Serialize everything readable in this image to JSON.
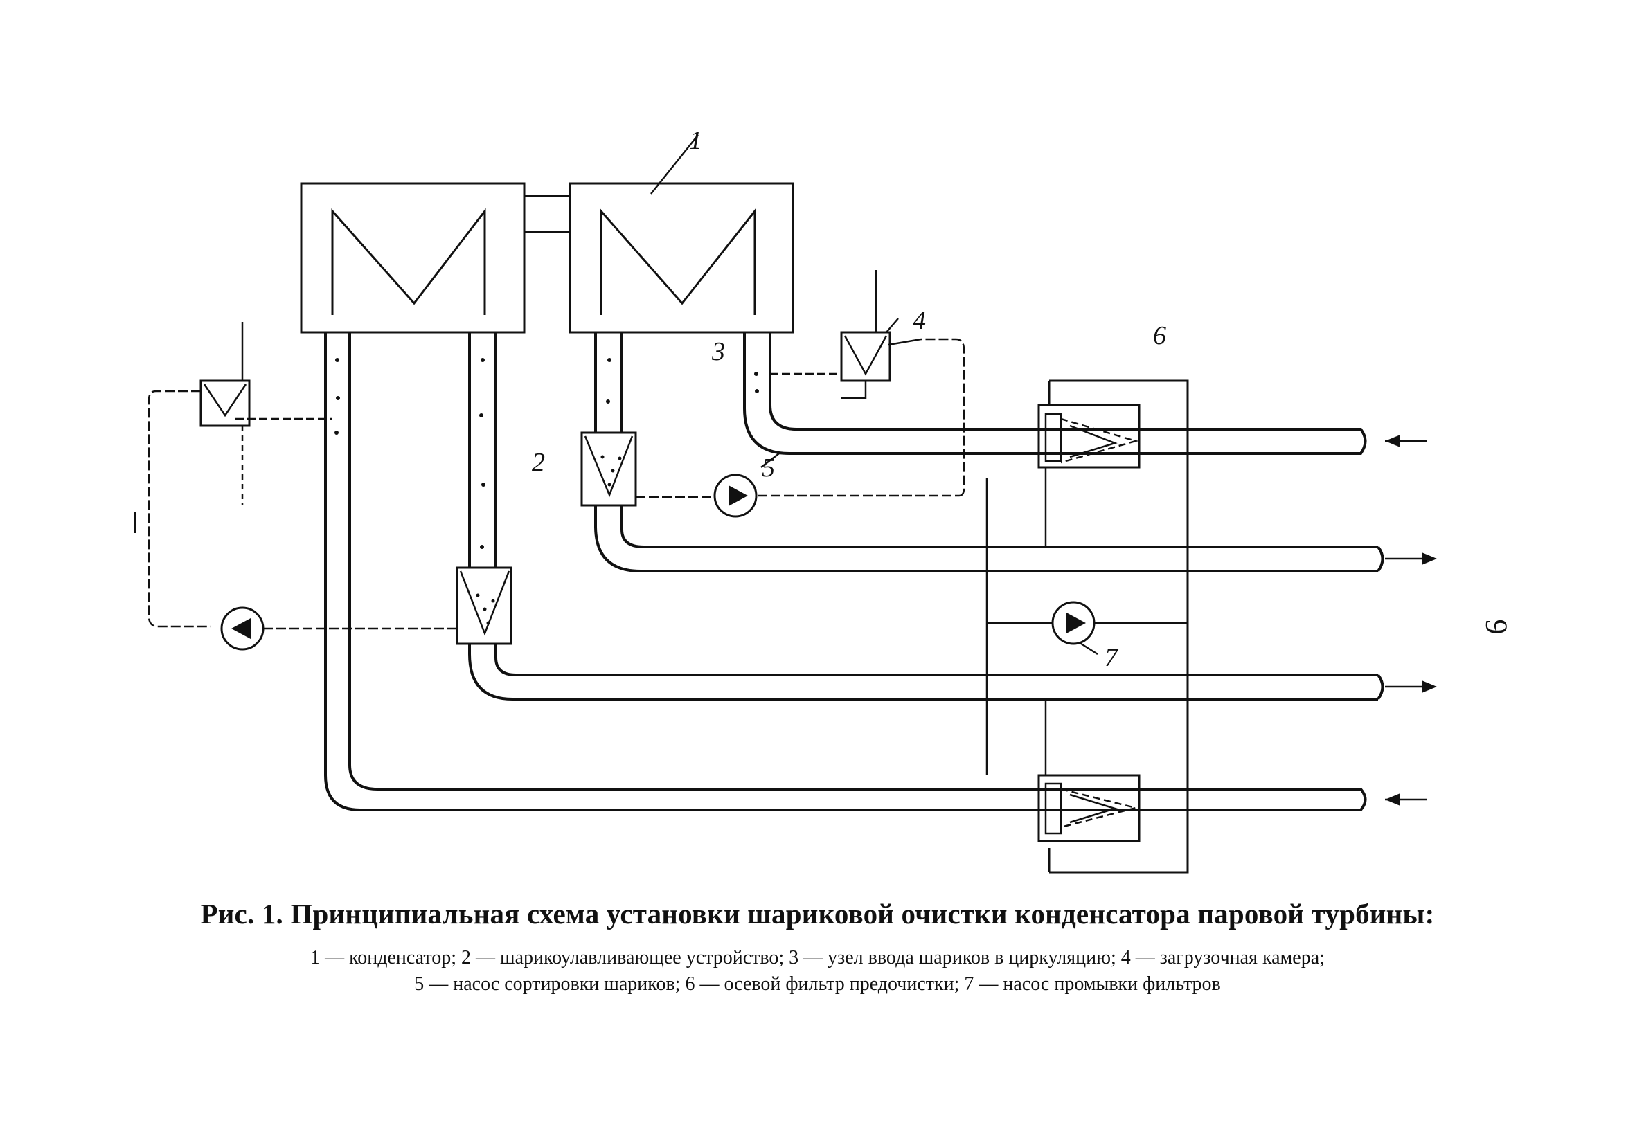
{
  "labels": {
    "n1": "1",
    "n2": "2",
    "n3": "3",
    "n4": "4",
    "n5": "5",
    "n6": "6",
    "n7": "7"
  },
  "caption": {
    "title": "Рис. 1. Принципиальная схема установки шариковой очистки конденсатора паровой турбины:",
    "legend_line1": "1 — конденсатор; 2 — шарикоулавливающее устройство; 3 — узел ввода шариков в циркуляцию; 4 — загрузочная камера;",
    "legend_line2": "5 — насос сортировки шариков; 6 — осевой фильтр предочистки; 7 — насос промывки фильтров"
  },
  "page_number": "9"
}
